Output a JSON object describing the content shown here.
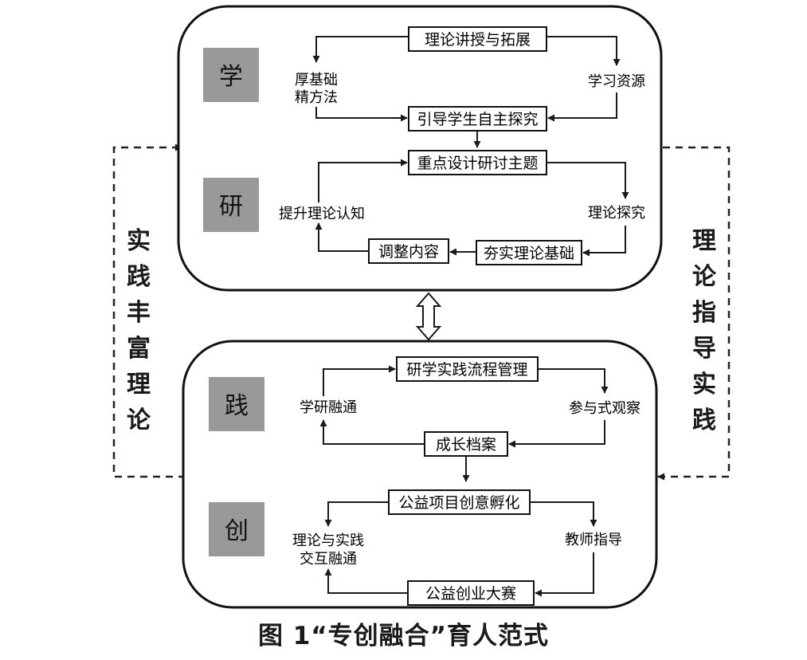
{
  "caption": "图 1“专创融合”育人范式",
  "side_left": "实践丰富理论",
  "side_right": "理论指导实践",
  "panels": {
    "top": {
      "badges": [
        "学",
        "研"
      ],
      "boxes": {
        "lecture": "理论讲授与拓展",
        "guide": "引导学生自主探究",
        "topic": "重点设计研讨主题",
        "adjust": "调整内容",
        "foundation": "夯实理论基础"
      },
      "labels": {
        "basis_1": "厚基础",
        "basis_2": "精方法",
        "resources": "学习资源",
        "cognition": "提升理论认知",
        "inquiry": "理论探究"
      }
    },
    "bottom": {
      "badges": [
        "践",
        "创"
      ],
      "boxes": {
        "process": "研学实践流程管理",
        "growth": "成长档案",
        "incubate": "公益项目创意孵化",
        "contest": "公益创业大赛"
      },
      "labels": {
        "integration": "学研融通",
        "observe": "参与式观察",
        "mutual_1": "理论与实践",
        "mutual_2": "交互融通",
        "mentor": "教师指导"
      }
    }
  },
  "colors": {
    "badge_fill": "#999999",
    "line": "#1a1a1a",
    "panel_border": "#111111"
  }
}
